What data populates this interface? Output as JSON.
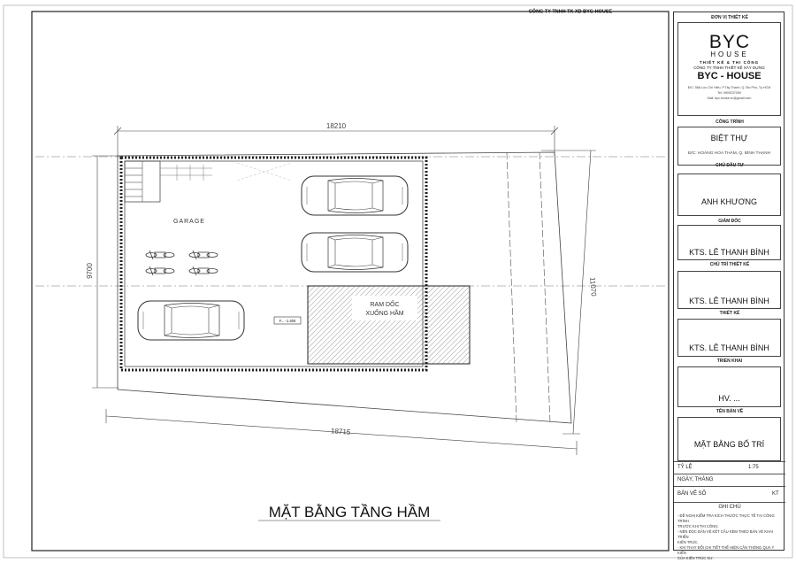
{
  "sheet": {
    "company_header": "CÔNG TY TNHH TK XD BYC-HOUSE",
    "drawing_title": "MẶT BẰNG TẦNG HẦM"
  },
  "plan": {
    "dim_top": "18210",
    "dim_bottom": "18715",
    "dim_left": "9700",
    "dim_right": "11070",
    "garage_label": "GARAGE",
    "ramp_label_1": "RAM DỐC",
    "ramp_label_2": "XUỐNG HẦM",
    "level_tag": "F... -1.400"
  },
  "title_block": {
    "unit_label": "ĐƠN VỊ THIẾT KẾ",
    "logo_main": "BYC",
    "logo_sub": "HOUSE",
    "logo_tagline": "THIẾT KẾ & THI CÔNG",
    "company_full": "CÔNG TY TNHH THIẾT KẾ XÂY DỰNG",
    "brand": "BYC - HOUSE",
    "address": "Đ/C: 58A Lưu Chí Hiếu, P.Tây Thạnh, Q.Tân Phú, Tp.HCM",
    "phone": "Tel: 0909237059",
    "mail": "Mail: byc.house.vn@gmail.com",
    "project_label": "CÔNG TRÌNH",
    "project_name": "BIỆT THỰ",
    "project_address": "Đ/C: HOÀNG HOA THÁM, Q. BÌNH THẠNH",
    "owner_label": "CHỦ ĐẦU TƯ",
    "owner_name": "ANH KHƯƠNG",
    "director_label": "GIÁM ĐỐC",
    "director_name": "KTS. LÊ THANH BÌNH",
    "chief_label": "CHỦ TRÌ THIẾT KẾ",
    "chief_name": "KTS. LÊ THANH BÌNH",
    "designer_label": "THIẾT KẾ",
    "designer_name": "KTS. LÊ THANH BÌNH",
    "deploy_label": "TRIỂN KHAI",
    "deploy_name": "HV. ...",
    "sheet_name_label": "TÊN BẢN VẼ",
    "sheet_name": "MẶT BẰNG BỐ TRÍ",
    "scale_label": "TỶ LỆ",
    "scale_value": "1:75",
    "date_label": "NGÀY, THÁNG",
    "sheet_no_label": "BẢN VẼ SỐ",
    "sheet_no_value": "KT",
    "notes_label": "GHI CHÚ",
    "notes": [
      "- ĐỀ NGHỊ KIỂM TRA KÍCH THƯỚC THỰC TẾ TẠI CÔNG TRÌNH",
      "TRƯỚC KHI THI CÔNG.",
      "- NÊN ĐỌC BẢN VẼ KẾT CẤU KÈM THEO BẢN VẼ KHAI TRIỂN",
      "KIẾN TRÚC.",
      "- KHI THAY ĐỔI CHI TIẾT THỂ HIỆN CẦN THÔNG QUA Ý KIẾN",
      "CỦA KIẾN TRÚC SƯ."
    ]
  }
}
